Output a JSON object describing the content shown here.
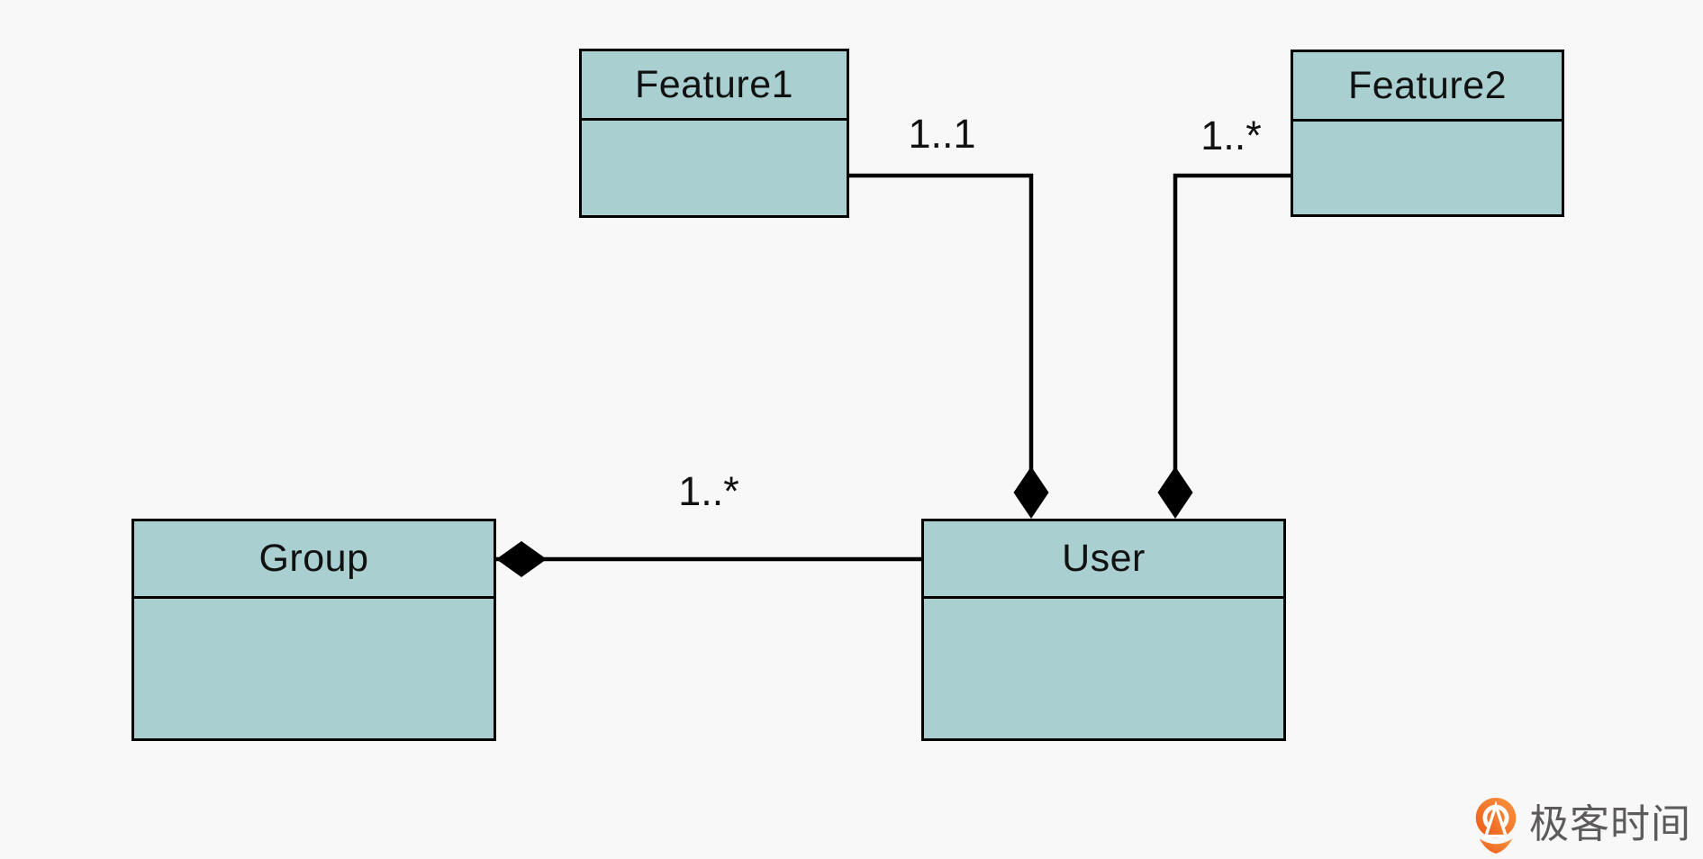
{
  "diagram": {
    "type": "uml-class-diagram",
    "classes": [
      {
        "name": "Feature1"
      },
      {
        "name": "Feature2"
      },
      {
        "name": "Group"
      },
      {
        "name": "User"
      }
    ],
    "relationships": [
      {
        "owner": "User",
        "part": "Feature1",
        "kind": "composition",
        "multiplicity": "1..1"
      },
      {
        "owner": "User",
        "part": "Feature2",
        "kind": "composition",
        "multiplicity": "1..*"
      },
      {
        "owner": "Group",
        "part": "User",
        "kind": "composition",
        "multiplicity": "1..*"
      }
    ]
  },
  "colors": {
    "background": "#f8f8f8",
    "class_fill": "#a9cfd1",
    "line_stroke": "#000000",
    "logo_orange": "#ee6a1e",
    "logo_text_gray": "#5c5a5a"
  },
  "branding": {
    "logo_text": "极客时间"
  }
}
